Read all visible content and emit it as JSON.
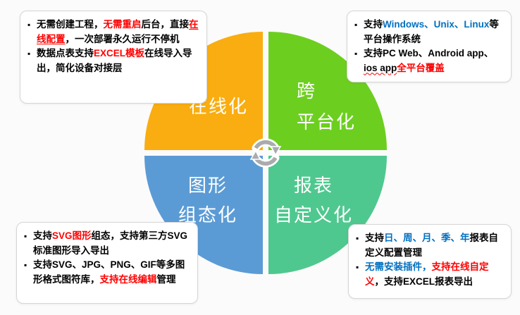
{
  "colors": {
    "background": "#fbfbfb",
    "highlight_red": "#ff0000",
    "highlight_blue": "#0070c0",
    "arrow_gray": "#a9abad"
  },
  "diagram": {
    "center_icon": "circular-arrows",
    "quadrants": {
      "online": {
        "color": "#F9AD10",
        "lines": [
          "在线化"
        ]
      },
      "cross_platform": {
        "color": "#6CCF1F",
        "lines": [
          "跨",
          "平台化"
        ]
      },
      "graphic_config": {
        "color": "#5B9BD5",
        "lines": [
          "图形",
          "组态化"
        ]
      },
      "report_custom": {
        "color": "#4FC88F",
        "lines": [
          "报表",
          "自定义化"
        ]
      }
    }
  },
  "callouts": {
    "online": {
      "items": [
        {
          "segments": [
            {
              "t": "无需创建工程，",
              "s": "plain"
            },
            {
              "t": "无需重启",
              "s": "red"
            },
            {
              "t": "后台，直接",
              "s": "plain"
            },
            {
              "t": "在线配置",
              "s": "red-u"
            },
            {
              "t": "，一次部署永久运行不停机",
              "s": "plain"
            }
          ]
        },
        {
          "segments": [
            {
              "t": "数据点表支持",
              "s": "plain"
            },
            {
              "t": "EXCEL模板",
              "s": "red"
            },
            {
              "t": "在线导入导出，简化设备对接层",
              "s": "plain"
            }
          ]
        }
      ]
    },
    "cross_platform": {
      "items": [
        {
          "segments": [
            {
              "t": "支持",
              "s": "plain"
            },
            {
              "t": "Windows、Unix、Linux",
              "s": "blue"
            },
            {
              "t": "等平台操作系统",
              "s": "plain"
            }
          ]
        },
        {
          "segments": [
            {
              "t": "支持PC Web、Android app、",
              "s": "plain"
            },
            {
              "t": "ios app",
              "s": "wavy"
            },
            {
              "t": "全平台覆盖",
              "s": "red"
            }
          ]
        }
      ]
    },
    "graphic_config": {
      "items": [
        {
          "segments": [
            {
              "t": "支持",
              "s": "plain"
            },
            {
              "t": "SVG图形",
              "s": "red"
            },
            {
              "t": "组态，支持第三方SVG标准图形导入导出",
              "s": "plain"
            }
          ]
        },
        {
          "segments": [
            {
              "t": "支持SVG、JPG、PNG、GIF等多图形格式图符库，",
              "s": "plain"
            },
            {
              "t": "支持在线编辑",
              "s": "red"
            },
            {
              "t": "管理",
              "s": "plain"
            }
          ]
        }
      ]
    },
    "report_custom": {
      "items": [
        {
          "segments": [
            {
              "t": "支持",
              "s": "plain"
            },
            {
              "t": "日、周、月、季、年",
              "s": "blue"
            },
            {
              "t": "报表自定义配置管理",
              "s": "plain"
            }
          ]
        },
        {
          "segments": [
            {
              "t": "无需安装插件，",
              "s": "blue"
            },
            {
              "t": "支持在线自定义",
              "s": "red"
            },
            {
              "t": "，支持EXCEL报表导出",
              "s": "plain"
            }
          ]
        }
      ]
    }
  }
}
